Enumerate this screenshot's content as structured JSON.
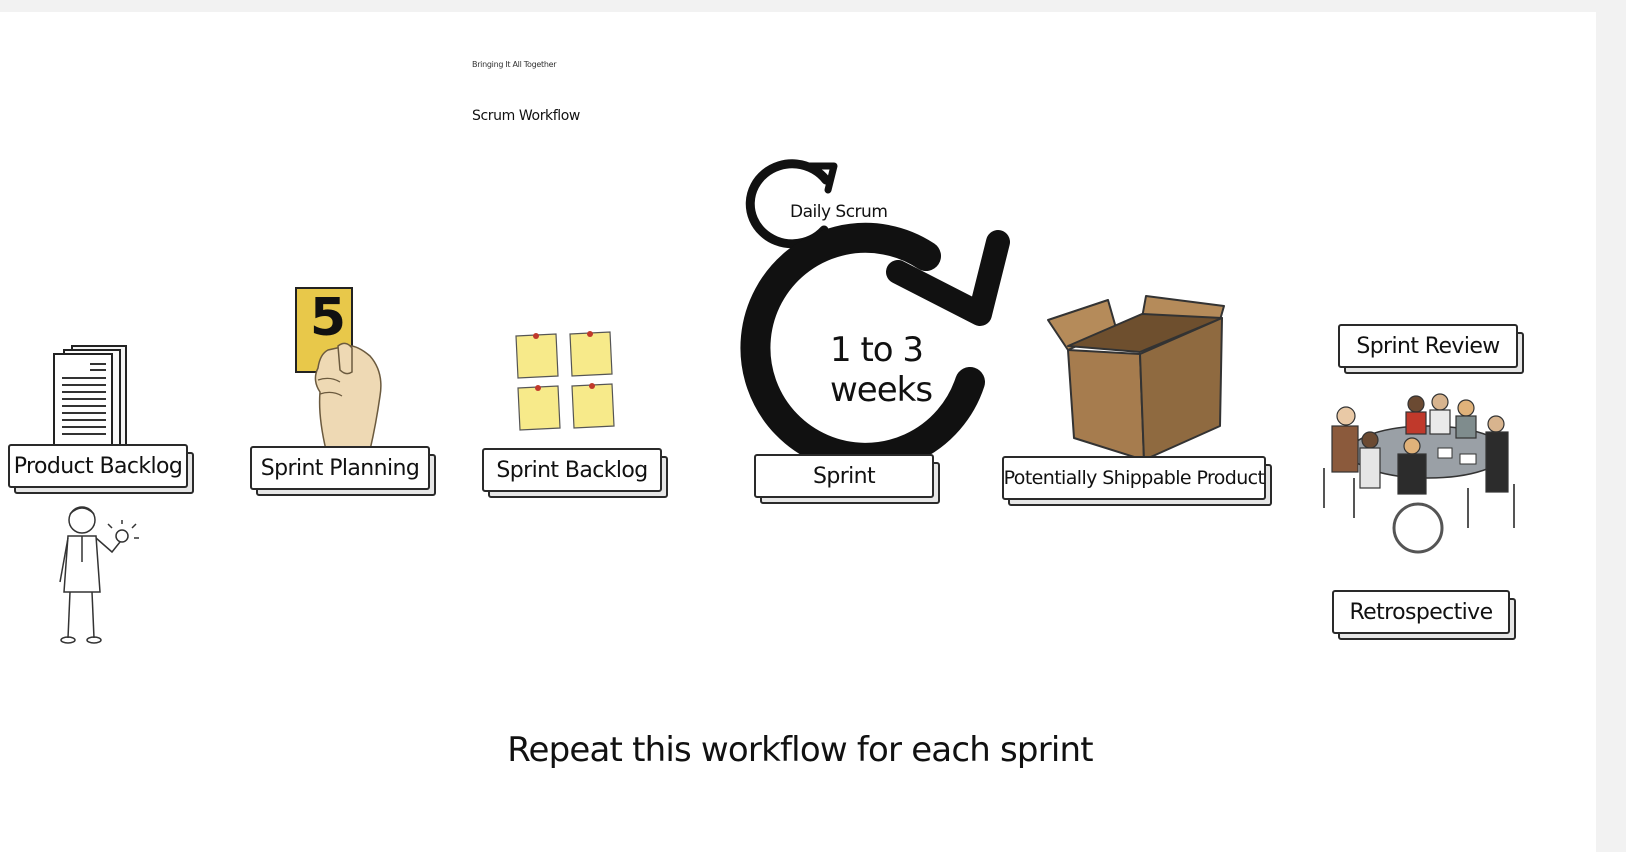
{
  "header": {
    "tiny_title": "Bringing It All Together",
    "subtitle": "Scrum Workflow"
  },
  "steps": {
    "product_backlog": "Product Backlog",
    "sprint_planning": "Sprint Planning",
    "sprint_backlog": "Sprint Backlog",
    "sprint": "Sprint",
    "potentially_shippable_product": "Potentially Shippable Product",
    "sprint_review": "Sprint Review",
    "retrospective": "Retrospective"
  },
  "cycle": {
    "duration": "1 to 3 weeks",
    "daily": "Daily Scrum"
  },
  "planning_card_value": "5",
  "footer": "Repeat this workflow for each sprint",
  "colors": {
    "ink": "#111111",
    "card_yellow": "#e8c84a",
    "sticky_yellow": "#f7ea8a",
    "box_brown": "#a67c4e"
  }
}
